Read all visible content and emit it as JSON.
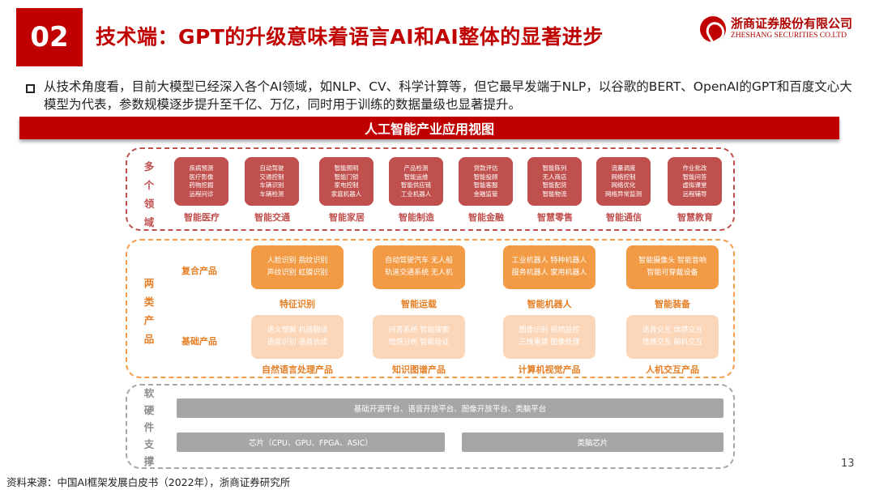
{
  "header": {
    "slide_number": "02",
    "title": "技术端：GPT的升级意味着语言AI和AI整体的显著进步",
    "logo_cn": "浙商证券股份有限公司",
    "logo_en": "ZHESHANG SECURITIES CO.LTD"
  },
  "intro": "从技术角度看，目前大模型已经深入各个AI领域，如NLP、CV、科学计算等，但它最早发端于NLP，以谷歌的BERT、OpenAI的GPT和百度文心大模型为代表，参数规模逐步提升至千亿、万亿，同时用于训练的数据量级也显著提升。",
  "banner": "人工智能产业应用视图",
  "domains": {
    "label": "多个领域",
    "items": [
      {
        "lines": [
          "疾病预测",
          "医疗影像",
          "药物挖掘",
          "远程问诊"
        ],
        "label": "智能医疗"
      },
      {
        "lines": [
          "自动驾驶",
          "交通控制",
          "车辆识别",
          "车辆检测"
        ],
        "label": "智能交通"
      },
      {
        "lines": [
          "智能照明",
          "智能门锁",
          "家电控制",
          "家庭机器人"
        ],
        "label": "智能家居"
      },
      {
        "lines": [
          "产品检测",
          "智能运维",
          "智能供应链",
          "工业机器人"
        ],
        "label": "智能制造"
      },
      {
        "lines": [
          "贷款评估",
          "智能投顾",
          "智能客服",
          "金融监管"
        ],
        "label": "智能金融"
      },
      {
        "lines": [
          "智能陈列",
          "无人商店",
          "智能配货",
          "智能物流"
        ],
        "label": "智慧零售"
      },
      {
        "lines": [
          "流量调度",
          "网络控制",
          "网络优化",
          "网络异常监测"
        ],
        "label": "智能通信"
      },
      {
        "lines": [
          "作业批改",
          "智能问答",
          "虚拟课堂",
          "远程辅导"
        ],
        "label": "智慧教育"
      }
    ]
  },
  "products": {
    "label": "两类产品",
    "composite_label": "复合产品",
    "basic_label": "基础产品",
    "composite": [
      {
        "lines": [
          "人脸识别  指纹识别",
          "声纹识别  虹膜识别"
        ],
        "label": "特征识别"
      },
      {
        "lines": [
          "自动驾驶汽车 无人船",
          "轨道交通系统 无人机"
        ],
        "label": "智能运载"
      },
      {
        "lines": [
          "工业机器人 特种机器人",
          "服务机器人 家用机器人"
        ],
        "label": "智能机器人"
      },
      {
        "lines": [
          "智能摄像头 智能音响",
          "智能可穿戴设备"
        ],
        "label": "智能装备"
      }
    ],
    "basic": [
      {
        "lines": [
          "语义理解  机器翻译",
          "语音识别  语音合成"
        ],
        "label": "自然语言处理产品"
      },
      {
        "lines": [
          "问答系统 智能搜索",
          "情感分析 智能验证"
        ],
        "label": "知识图谱产品"
      },
      {
        "lines": [
          "图像识别 视频监控",
          "三维重建 图像处理"
        ],
        "label": "计算机视觉产品"
      },
      {
        "lines": [
          "语音交互 体感交互",
          "情感交互 脑机交互"
        ],
        "label": "人机交互产品"
      }
    ]
  },
  "infra": {
    "label": "软硬件支撑",
    "platforms": "基础开源平台、语音开放平台、图像开放平台、类脑平台",
    "chips": "芯片（CPU、GPU、FPGA、ASIC）",
    "brain_chips": "类脑芯片"
  },
  "footer": {
    "source": "资料来源：中国AI框架发展白皮书（2022年），浙商证券研究所",
    "page": "13"
  },
  "colors": {
    "brand_red": "#c00000",
    "domain_red": "#c0504d",
    "orange": "#f39a45",
    "light_orange": "#fbd6b8",
    "gray": "#a6a6a6"
  }
}
